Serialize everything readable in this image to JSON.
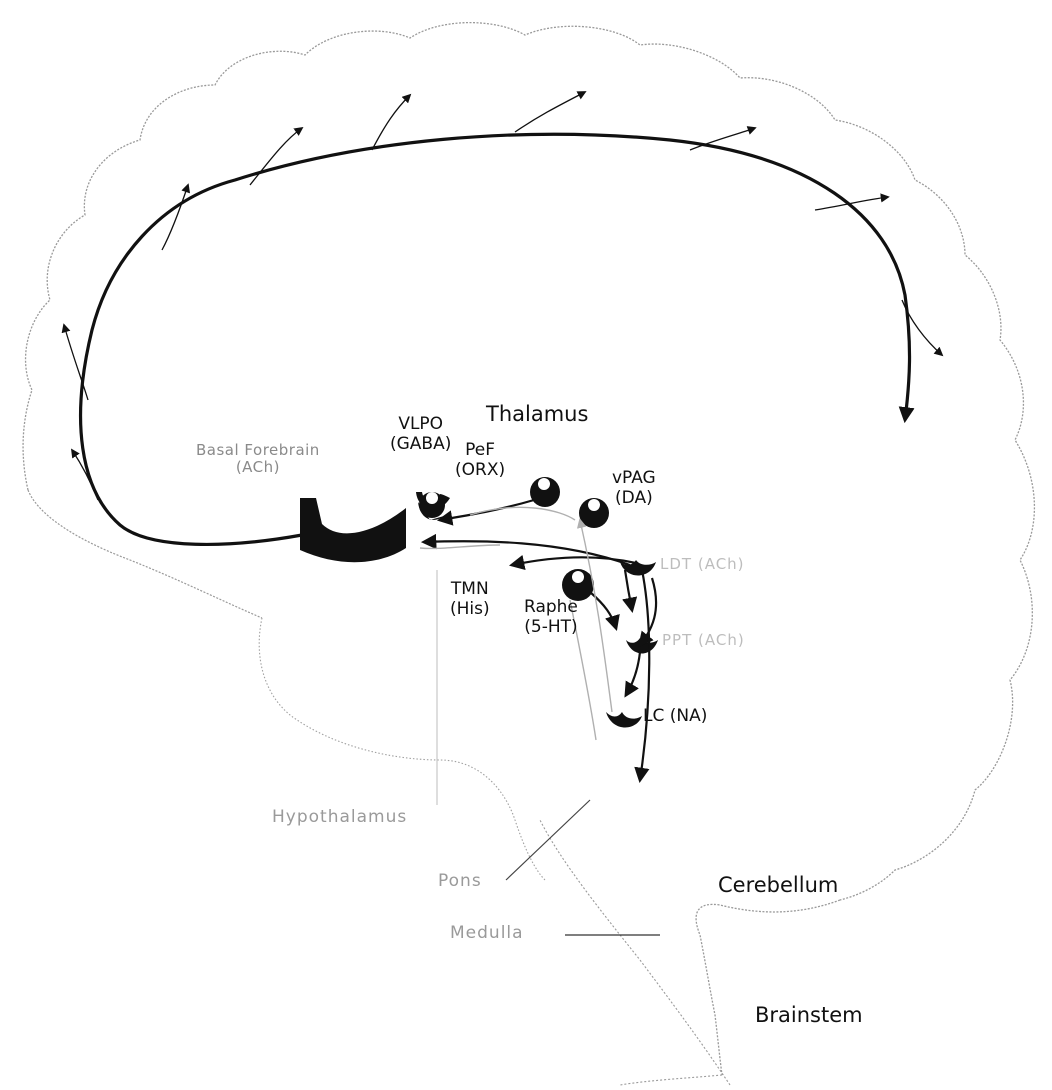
{
  "labels": {
    "thalamus": "Thalamus",
    "vlpo_1": "VLPO",
    "vlpo_2": "(GABA)",
    "basal_1": "Basal Forebrain",
    "basal_2": "(ACh)",
    "pef_1": "PeF",
    "pef_2": "(ORX)",
    "vpag_1": "vPAG",
    "vpag_2": "(DA)",
    "ldt": "LDT (ACh)",
    "tmn_1": "TMN",
    "tmn_2": "(His)",
    "raphe_1": "Raphe",
    "raphe_2": "(5-HT)",
    "ppt": "PPT (ACh)",
    "lc": "LC (NA)",
    "hypothalamus": "Hypothalamus",
    "pons": "Pons",
    "medulla": "Medulla",
    "cerebellum": "Cerebellum",
    "brainstem": "Brainstem"
  },
  "colors": {
    "outline": "#9a9a9a",
    "pathway": "#111111",
    "faint_pathway": "#b0b0b0",
    "nucleus": "#111111",
    "background": "#ffffff"
  }
}
